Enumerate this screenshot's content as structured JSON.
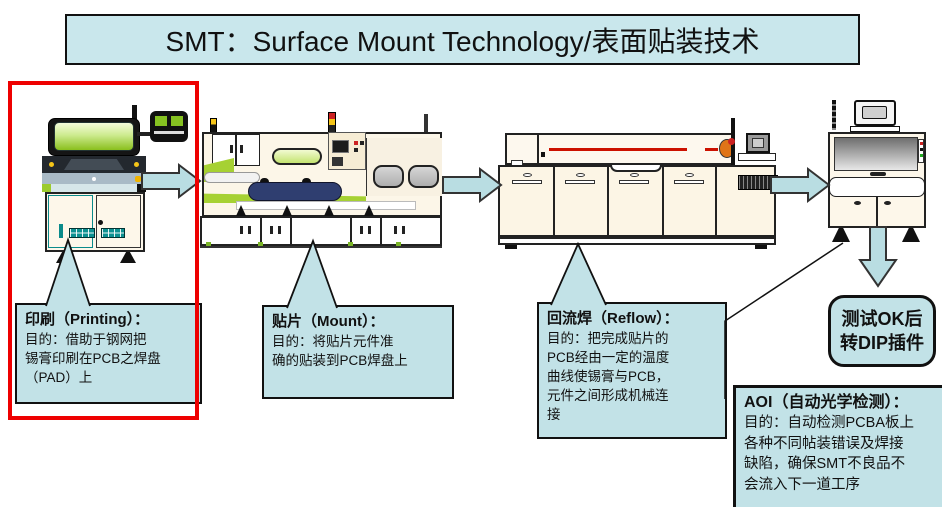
{
  "slide_title": "SMT：Surface Mount Technology/表面贴装技术",
  "colors": {
    "panel_fill": "#c2e2e7",
    "title_fill": "#c9e7ec",
    "arrow_fill": "#b9dde2",
    "highlight_border": "#ee0000",
    "machine_body": "#fcf5e6",
    "accent_green": "#a4d133",
    "conveyor_blue": "#2f3e70"
  },
  "machines": [
    {
      "icon": "solder-paste-printer-illustration",
      "highlighted": true
    },
    {
      "icon": "pick-and-place-mounter-illustration",
      "highlighted": false
    },
    {
      "icon": "reflow-oven-illustration",
      "highlighted": false
    },
    {
      "icon": "aoi-inspection-machine-illustration",
      "highlighted": false
    }
  ],
  "flow_arrows": [
    "printer-to-mounter-right",
    "mounter-to-reflow-right",
    "reflow-to-aoi-right",
    "aoi-to-outcome-down"
  ],
  "steps": [
    {
      "name": "printing",
      "title": "印刷（Printing）：",
      "lines": [
        "目的：借助于钢网把",
        "锡膏印刷在PCB之焊盘",
        "（PAD）上"
      ]
    },
    {
      "name": "mount",
      "title": "贴片（Mount）：",
      "lines": [
        "目的：将贴片元件准",
        "确的贴装到PCB焊盘上"
      ]
    },
    {
      "name": "reflow",
      "title": "回流焊（Reflow）：",
      "lines": [
        "目的：把完成贴片的",
        "PCB经由一定的温度",
        "曲线使锡膏与PCB，",
        "元件之间形成机械连",
        "接"
      ]
    },
    {
      "name": "aoi",
      "title": "AOI（自动光学检测）：",
      "lines": [
        "目的：自动检测PCBA板上",
        "各种不同帖装错误及焊接",
        "缺陷，确保SMT不良品不",
        "会流入下一道工序"
      ]
    }
  ],
  "outcome": {
    "line1": "测试OK后",
    "line2": "转DIP插件"
  }
}
